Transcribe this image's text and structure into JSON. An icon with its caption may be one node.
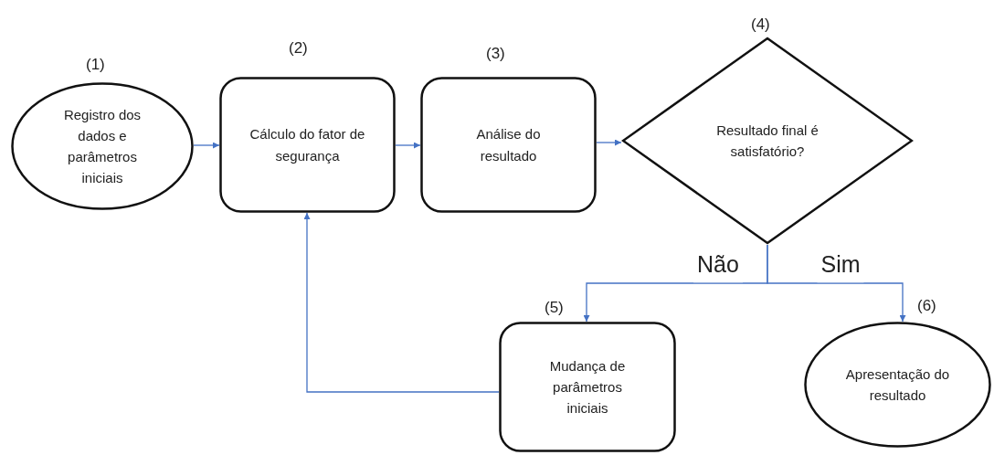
{
  "diagram": {
    "nodes": [
      {
        "text": [
          "Registro dos dados e parâmetros iniciais"
        ],
        "beside": [
          "(1)"
        ]
      },
      {
        "text": [
          "Cálculo do fator de segurança"
        ],
        "beside": [
          "(2)"
        ]
      },
      {
        "text": [
          "Análise do resultado"
        ],
        "beside": [
          "(3)"
        ]
      },
      {
        "text": [
          "Resultado final é satisfatório?"
        ],
        "beside": [
          "(4)"
        ]
      },
      {
        "text": [
          "Mudança de parâmetros iniciais"
        ],
        "beside": [
          "(5)"
        ]
      },
      {
        "text": [
          "Apresentação do resultado"
        ],
        "beside": [
          "(6)"
        ]
      }
    ],
    "edges": [
      {
        "from": 0,
        "to": 1,
        "arrow": "to"
      },
      {
        "from": 1,
        "to": 2,
        "arrow": "to"
      },
      {
        "from": 2,
        "to": 3,
        "arrow": "to"
      },
      {
        "from": 3,
        "to": 4,
        "arrow": "to",
        "label": "Não"
      },
      {
        "from": 3,
        "to": 5,
        "arrow": "to",
        "label": "Sim"
      },
      {
        "from": 4,
        "to": 1,
        "arrow": "to"
      }
    ]
  }
}
